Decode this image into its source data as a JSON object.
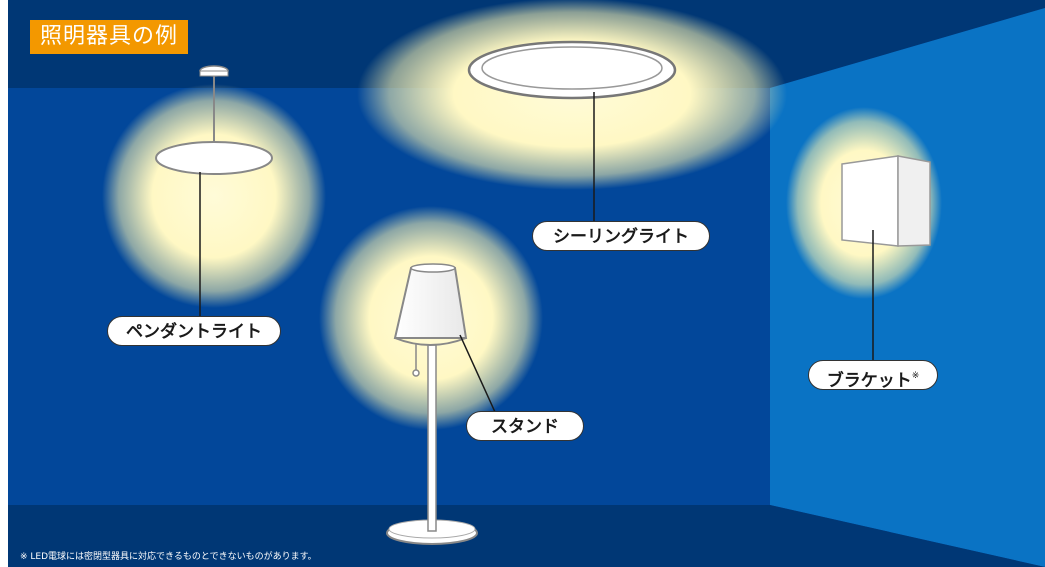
{
  "title": "照明器具の例",
  "labels": {
    "pendant": "ペンダントライト",
    "ceiling": "シーリングライト",
    "stand": "スタンド",
    "bracket": "ブラケット",
    "bracket_mark": "※"
  },
  "footnote": "※ LED電球には密閉型器具に対応できるものとできないものがあります。",
  "colors": {
    "wall_back": "#02479a",
    "wall_side": "#0a73c4",
    "ceiling": "#003775",
    "floor": "#003775",
    "glow": "#fffbd8",
    "title_badge": "#f39800"
  }
}
